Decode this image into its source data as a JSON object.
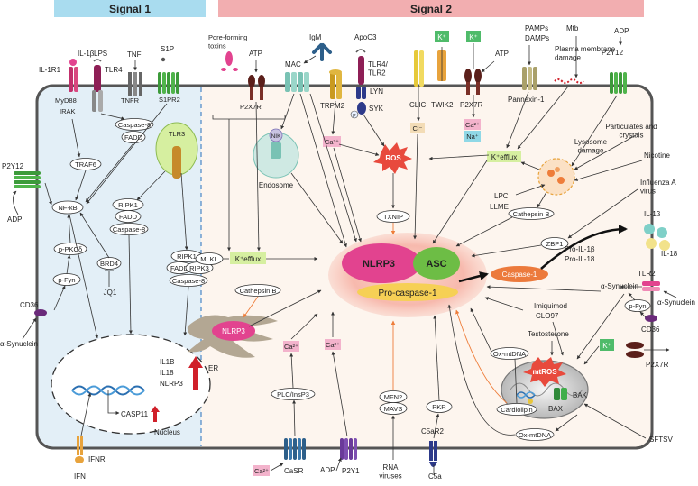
{
  "banners": {
    "signal1": "Signal 1",
    "signal2": "Signal 2"
  },
  "colors": {
    "banner1": "#a9dcef",
    "banner2": "#f2aeb0",
    "cell_left": "#e3eff7",
    "cell_right": "#fdf5ee",
    "inflammasome_glow": "#f8c2b8",
    "nlrp3": "#e2438f",
    "asc": "#6dbd45",
    "procasp": "#f6d055",
    "caspase1": "#ec7a3c",
    "ros": "#e84a3d",
    "green_label": "#4fbb6a",
    "pink_label": "#f3b3cc",
    "arrow_orange": "#ee7d3a"
  },
  "receptors": {
    "il1r1": "IL-1R1",
    "il1b": "IL-1β",
    "lps": "LPS",
    "tlr4": "TLR4",
    "tnf": "TNF",
    "tnfr": "TNFR",
    "s1p": "S1P",
    "s1pr2": "S1PR2",
    "p2y12_left": "P2Y12",
    "adp_left": "ADP",
    "cd36_left": "CD36",
    "asyn_left": "α-Synuclein",
    "ifnr": "IFNR",
    "ifn": "IFN",
    "pore_toxins": "Pore-forming toxins",
    "atp_top": "ATP",
    "p2x7r_top": "P2X7R",
    "igm": "IgM",
    "mac": "MAC",
    "trpm2": "TRPM2",
    "apoc3": "ApoC3",
    "tlr4_tlr2": "TLR4/ TLR2",
    "lyn": "LYN",
    "syk": "SYK",
    "p_small": "P",
    "clic": "CLIC",
    "twik2": "TWIK2",
    "p2x7r_mid": "P2X7R",
    "k_plus_a": "K⁺",
    "k_plus_b": "K⁺",
    "atp_mid": "ATP",
    "pamps": "PAMPs",
    "damps": "DAMPs",
    "pannexin": "Pannexin-1",
    "mtb": "Mtb",
    "pm_damage": "Plasma membrane damage",
    "adp_right": "ADP",
    "p2y12_right": "P2Y12",
    "casr": "CaSR",
    "ca_bottom": "Ca²⁺",
    "adp_bottom": "ADP",
    "p2y1": "P2Y1",
    "rna_viruses": "RNA viruses",
    "c5ar2": "C5aR2",
    "c5a": "C5a",
    "sftsv": "SFTSV",
    "tlr2_right": "TLR2",
    "asyn_right": "α-Synuclein",
    "cd36_right": "CD36",
    "p2x7r_right": "P2X7R",
    "k_plus_right": "K⁺"
  },
  "left_pathway": {
    "myd88": "MyD88",
    "irak": "IRAK",
    "traf6": "TRAF6",
    "casp8_a": "Caspase-8",
    "fadd_a": "FADD",
    "tlr3": "TLR3",
    "ripk1_a": "RIPK1",
    "fadd_b": "FADD",
    "casp8_b": "Caspase-8",
    "ripk1_b": "RIPK1",
    "fadd_c": "FADD",
    "ripk3": "RIPK3",
    "casp8_c": "Caspase-8",
    "nfkb": "NF-κB",
    "ppkcd": "p-PKCδ",
    "pfyn_left": "p-Fyn",
    "brd4": "BRD4",
    "jq1": "JQ1",
    "genes": [
      "IL1B",
      "IL18",
      "NLRP3"
    ],
    "casp11": "CASP11",
    "nucleus": "Nucleus"
  },
  "right_pathway": {
    "mlkl": "MLKL",
    "k_efflux_left": "K⁺efflux",
    "cathepsin_b_left": "Cathepsin B",
    "nlrp3_er": "NLRP3",
    "er": "ER",
    "ca_er": "Ca²⁺",
    "ca_trpm2": "Ca²⁺",
    "ca_p2y1": "Ca²⁺",
    "plc": "PLC/InsP3",
    "nik": "NIK",
    "endosome": "Endosome",
    "ros": "ROS",
    "txnip": "TXNIP",
    "cl": "Cl⁻",
    "ca_p2x7": "Ca²⁺",
    "na_p2x7": "Na⁺",
    "k_efflux_right": "K⁺efflux",
    "lpc": "LPC",
    "llme": "LLME",
    "cathepsin_b_right": "Cathepsin B",
    "lysosome": "Lysosome damage",
    "particulates": "Particulates and crystals",
    "nicotine": "Nicotine",
    "influenza": "Influenza A virus",
    "zbp1": "ZBP1",
    "mfn2": "MFN2",
    "mavs": "MAVS",
    "pkr": "PKR",
    "asyn_mid": "α-Synuclein",
    "pfyn_right": "p-Fyn",
    "imiquimod": "Imiquimod",
    "clo97": "CLO97",
    "testosterone": "Testosterone",
    "oxmtdna_a": "Ox-mtDNA",
    "oxmtdna_b": "Ox-mtDNA",
    "mtros": "mtROS",
    "cardiolipin": "Cardiolipin",
    "bax": "BAX",
    "bak": "BAK"
  },
  "inflammasome": {
    "nlrp3": "NLRP3",
    "asc": "ASC",
    "procasp1": "Pro-caspase-1",
    "caspase1": "Caspase-1",
    "pro_il1b": "Pro-IL-1β",
    "pro_il18": "Pro-IL-18",
    "il1b": "IL-1β",
    "il18": "IL-18"
  }
}
